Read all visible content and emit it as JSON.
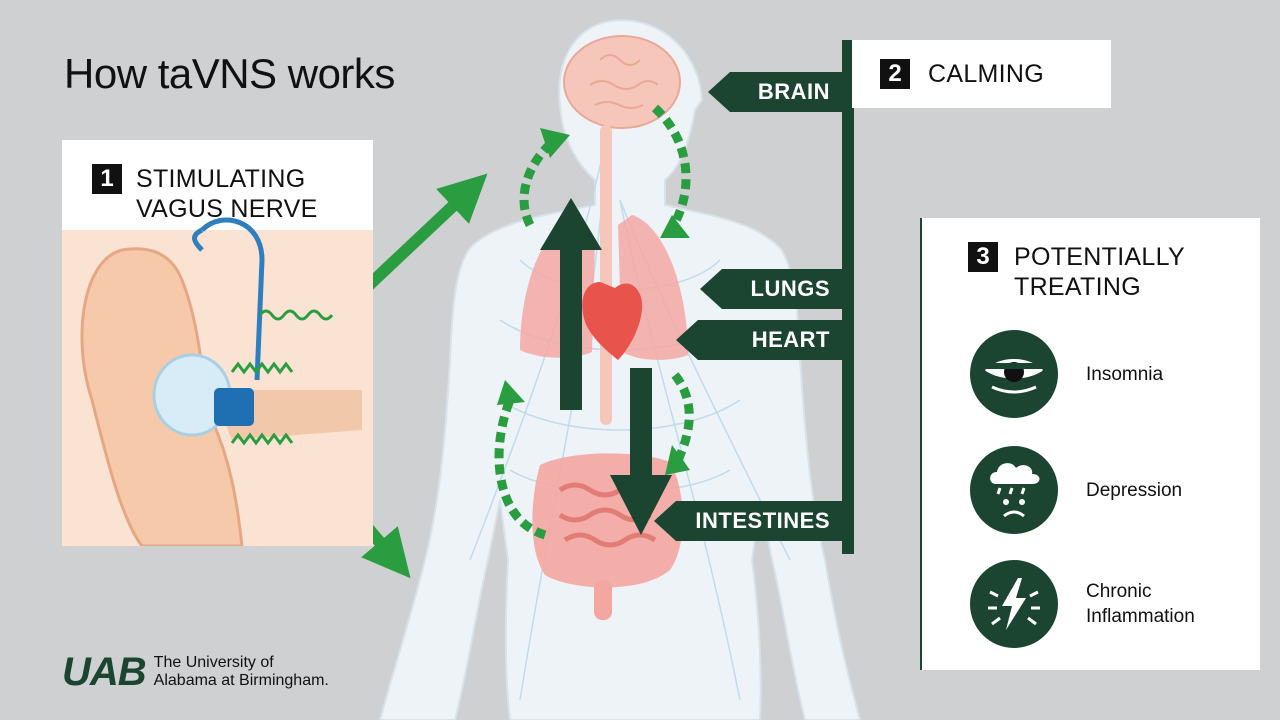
{
  "title": "How taVNS works",
  "step1": {
    "number": "1",
    "line1": "STIMULATING",
    "line2": "VAGUS NERVE"
  },
  "step2": {
    "number": "2",
    "label": "CALMING"
  },
  "step3": {
    "number": "3",
    "line1": "POTENTIALLY",
    "line2": "TREATING"
  },
  "organs": {
    "brain": "BRAIN",
    "lungs": "LUNGS",
    "heart": "HEART",
    "intestines": "INTESTINES"
  },
  "conditions": [
    {
      "icon": "eye-icon",
      "line1": "Insomnia",
      "line2": ""
    },
    {
      "icon": "rain-cloud-sad-face-icon",
      "line1": "Depression",
      "line2": ""
    },
    {
      "icon": "lightning-burst-icon",
      "line1": "Chronic",
      "line2": "Inflammation"
    }
  ],
  "logo": {
    "mark": "UAB",
    "line1": "The University of",
    "line2": "Alabama at Birmingham."
  },
  "colors": {
    "dark_green": "#1b4530",
    "arrow_green": "#2a9d40",
    "background": "#cfd0d2"
  }
}
